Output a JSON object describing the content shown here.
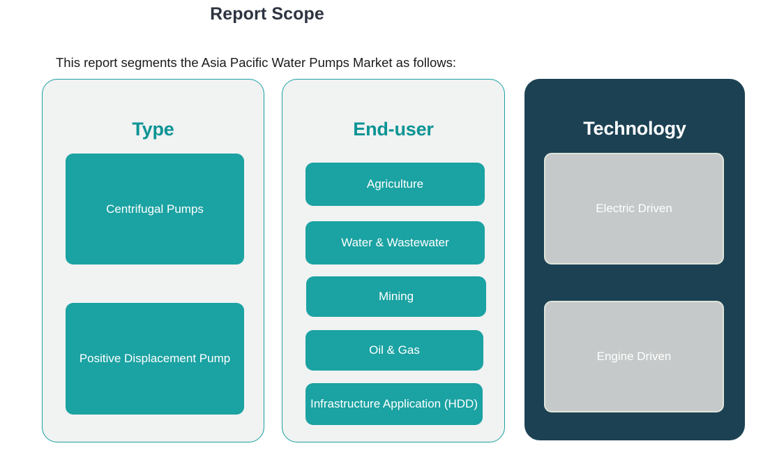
{
  "header": {
    "title": "Report Scope",
    "subtitle": "This report segments the Asia Pacific Water Pumps Market as follows:"
  },
  "colors": {
    "teal": "#1ba2a2",
    "teal_title": "#0d9494",
    "dark_navy": "#1c4153",
    "grey_box": "#c6c9c9",
    "card_light_bg": "#f1f2f2",
    "title_text": "#2d3440"
  },
  "columns": [
    {
      "id": "type",
      "title": "Type",
      "theme": "light",
      "items": [
        {
          "label": "Centrifugal Pumps"
        },
        {
          "label": "Positive Displacement Pump"
        }
      ]
    },
    {
      "id": "enduser",
      "title": "End-user",
      "theme": "light",
      "items": [
        {
          "label": "Agriculture"
        },
        {
          "label": "Water & Wastewater"
        },
        {
          "label": "Mining"
        },
        {
          "label": "Oil & Gas"
        },
        {
          "label": "Infrastructure Application (HDD)"
        }
      ]
    },
    {
      "id": "technology",
      "title": "Technology",
      "theme": "dark",
      "items": [
        {
          "label": "Electric Driven"
        },
        {
          "label": "Engine Driven"
        }
      ]
    }
  ]
}
